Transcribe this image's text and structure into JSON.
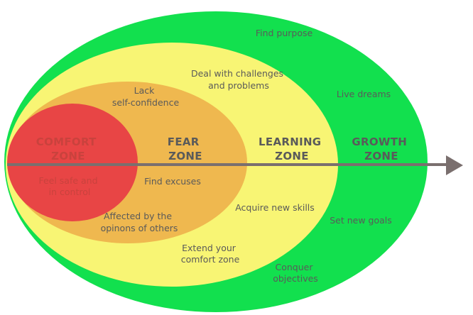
{
  "zones": {
    "comfort": {
      "title": [
        "COMFORT",
        "ZONE"
      ],
      "notes": [
        [
          "Feel safe and",
          "in control"
        ]
      ],
      "fill": "#e84545",
      "text_color": "#c9423d"
    },
    "fear": {
      "title": [
        "FEAR",
        "ZONE"
      ],
      "notes": [
        [
          "Lack",
          "self-confidence"
        ],
        [
          "Find excuses"
        ],
        [
          "Affected by the",
          "opinons of others"
        ]
      ],
      "fill": "#efb84f",
      "text_color": "#5a5a5a"
    },
    "learning": {
      "title": [
        "LEARNING",
        "ZONE"
      ],
      "notes": [
        [
          "Deal with challenges",
          "and problems"
        ],
        [
          "Acquire new skills"
        ],
        [
          "Extend your",
          "comfort zone"
        ]
      ],
      "fill": "#f8f574",
      "text_color": "#5a5a5a"
    },
    "growth": {
      "title": [
        "GROWTH",
        "ZONE"
      ],
      "notes": [
        [
          "Find purpose"
        ],
        [
          "Live dreams"
        ],
        [
          "Set new goals"
        ],
        [
          "Conquer",
          "objectives"
        ]
      ],
      "fill": "#12e04e",
      "text_color": "#5a5a5a"
    }
  },
  "arrow_color": "#7a6f6e"
}
